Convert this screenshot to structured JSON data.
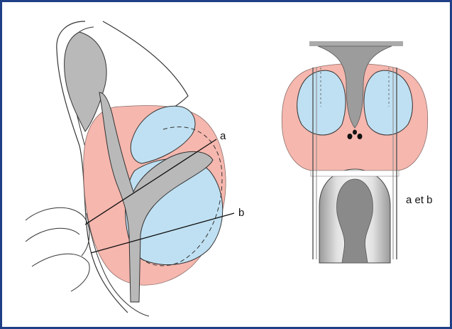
{
  "labels": {
    "a": "a",
    "b": "b",
    "a_et_b": "a et b"
  },
  "colors": {
    "frame": "#1f3f86",
    "gland_pink": "#f6b7ae",
    "lobe_blue": "#bfe0f2",
    "urethra_gray": "#b9b9b9",
    "outline": "#333333"
  }
}
